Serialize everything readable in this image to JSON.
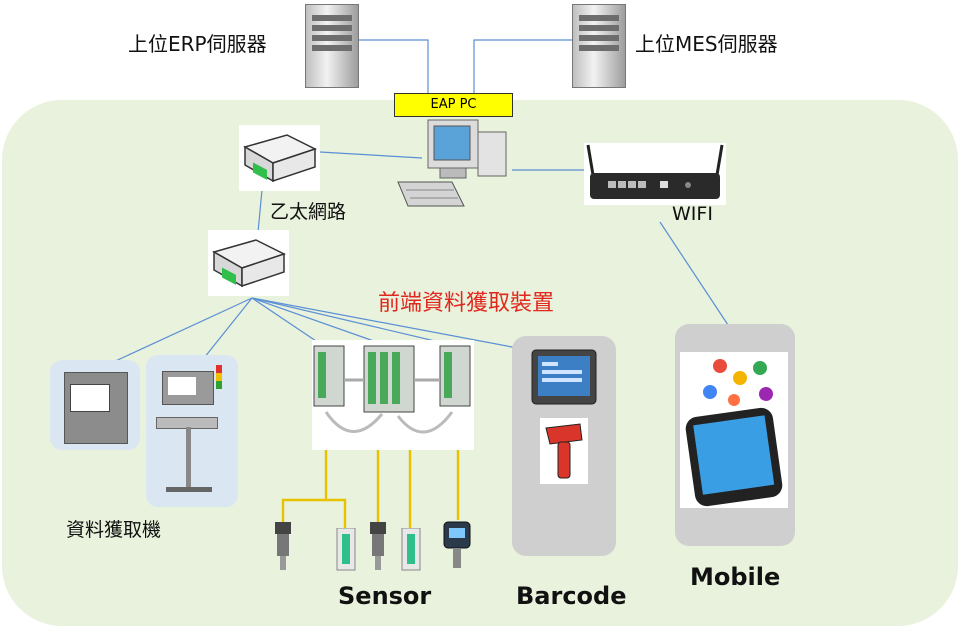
{
  "labels": {
    "erp": "上位ERP伺服器",
    "mes": "上位MES伺服器",
    "eap": "EAP PC",
    "ethernet": "乙太網路",
    "wifi": "WIFI",
    "front_end": "前端資料獲取裝置",
    "daq": "資料獲取機",
    "sensor": "Sensor",
    "barcode": "Barcode",
    "mobile": "Mobile"
  },
  "colors": {
    "panel": "#e8f2dc",
    "eap_bg": "#ffff00",
    "front_end_text": "#e0281e",
    "link": "#5b8fd6",
    "sensor_cable": "#e6c200"
  },
  "icons": {
    "server": "server-tower-icon",
    "pc": "desktop-pc-icon",
    "switch": "network-switch-icon",
    "router": "wifi-router-icon",
    "plc": "plc-module-icon",
    "sensor": "pressure-sensor-icon",
    "scanner": "barcode-scanner-icon",
    "phone": "smartphone-icon",
    "tablet": "touch-panel-icon"
  }
}
